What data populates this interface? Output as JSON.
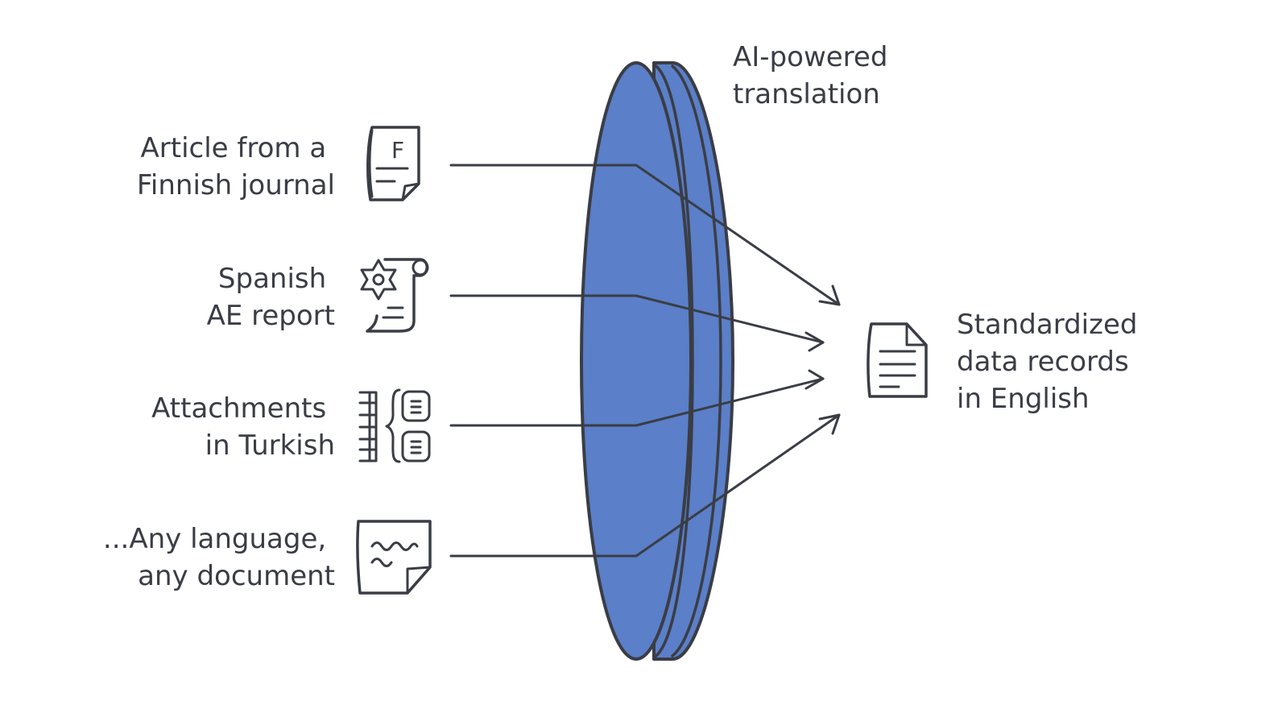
{
  "lens": {
    "label_lines": [
      "AI-powered",
      "translation"
    ],
    "fill_color": "#5b7fc8",
    "stroke_color": "#3a3d45"
  },
  "inputs": [
    {
      "label_lines": [
        "Article from a",
        "Finnish journal"
      ],
      "icon": "journal-article-icon",
      "icon_letter": "F"
    },
    {
      "label_lines": [
        "Spanish",
        "AE report"
      ],
      "icon": "scroll-report-icon"
    },
    {
      "label_lines": [
        "Attachments",
        "in Turkish"
      ],
      "icon": "attachments-icon"
    },
    {
      "label_lines": [
        "...Any language,",
        "any document"
      ],
      "icon": "generic-document-icon"
    }
  ],
  "output": {
    "label_lines": [
      "Standardized",
      "data records",
      "in English"
    ],
    "icon": "standard-record-icon"
  }
}
